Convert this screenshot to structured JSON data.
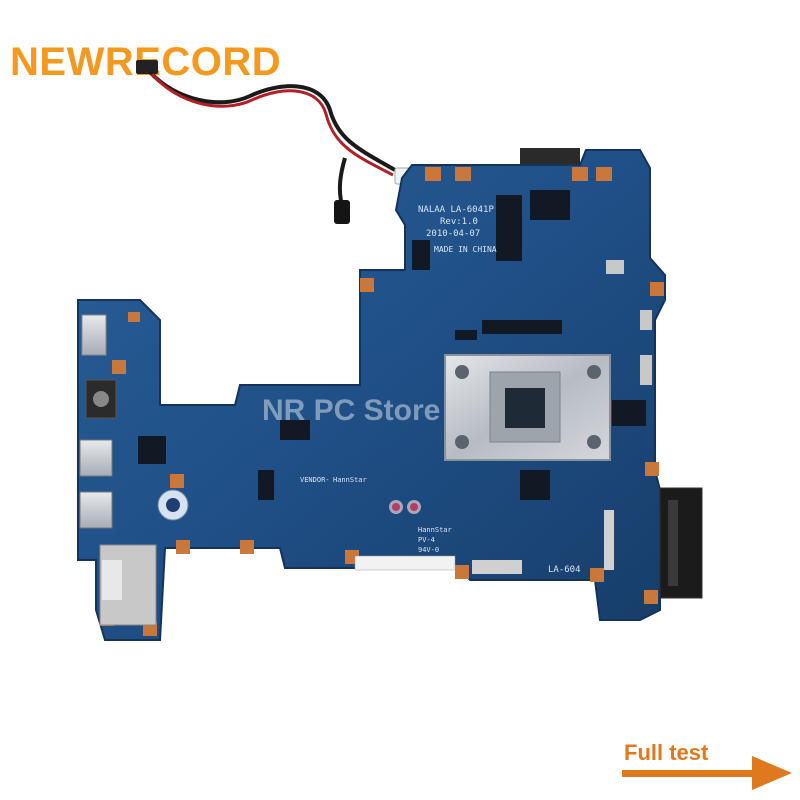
{
  "brand_text": "NEWRECORD",
  "watermark_text": "NR PC Store",
  "footer_text": "Full test",
  "board_labels": {
    "model": "NALAA LA-6041P",
    "rev": "Rev:1.0",
    "date": "2010-04-07",
    "origin": "MADE IN CHINA",
    "vendor": "VENDOR-",
    "vendor_name": "HannStar",
    "edge_label": "LA-604",
    "sticker1": "HannStar",
    "sticker2": "PV-4",
    "sticker3": "94V-0"
  },
  "colors": {
    "brand": "#f39a1e",
    "arrow": "#e0781e",
    "pcb": "#1f4f86",
    "pcb_dark": "#173d69",
    "pad_orange": "#c9773a",
    "heatsink_plate": "#c9ccd1",
    "cable_red": "#b02026",
    "cable_black": "#1a1a1a"
  }
}
